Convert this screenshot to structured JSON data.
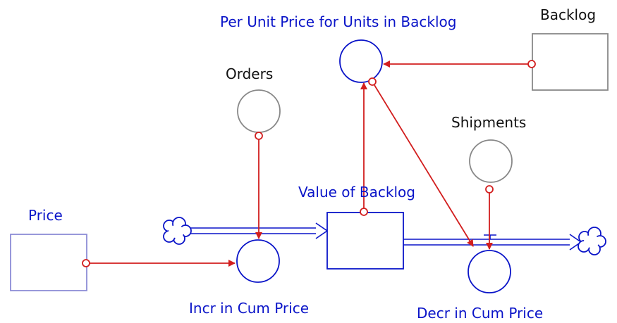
{
  "labels": {
    "per_unit_price": "Per Unit Price for Units in Backlog",
    "backlog": "Backlog",
    "orders": "Orders",
    "shipments": "Shipments",
    "value_of_backlog": "Value of Backlog",
    "price": "Price",
    "incr_in_cum_price": "Incr in Cum Price",
    "decr_in_cum_price": "Decr in Cum Price"
  },
  "colors": {
    "model_element": "#0a14c8",
    "external_element": "#888888",
    "price_box": "#8c8cd6",
    "link_arrow": "#d21e1e",
    "external_label": "#111111"
  }
}
